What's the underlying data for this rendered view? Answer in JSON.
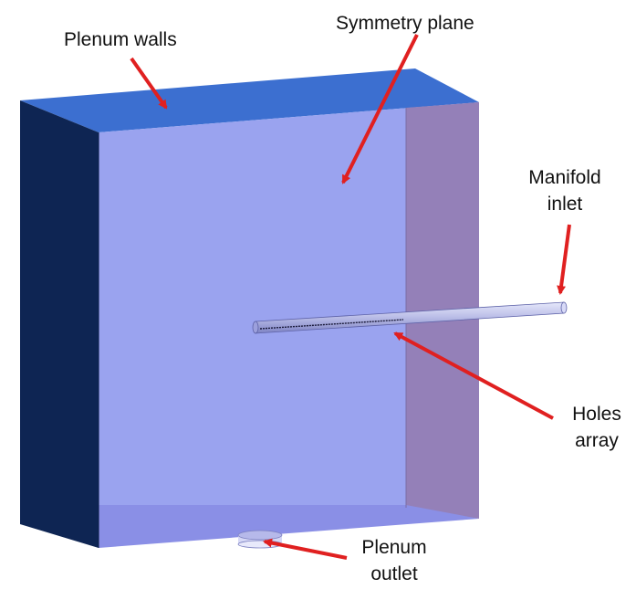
{
  "labels": {
    "plenum_walls": "Plenum walls",
    "symmetry_plane": "Symmetry plane",
    "manifold_inlet": [
      "Manifold",
      "inlet"
    ],
    "holes_array": [
      "Holes",
      "array"
    ],
    "plenum_outlet": [
      "Plenum",
      "outlet"
    ]
  },
  "colors": {
    "top_face": "#3c6fd0",
    "left_face": "#0e2553",
    "back_face": "#9aa3ef",
    "right_face": "#9480b8",
    "bottom_face": "#8a8fe6",
    "tube": "#b8bbe6",
    "arrow": "#e02020"
  }
}
